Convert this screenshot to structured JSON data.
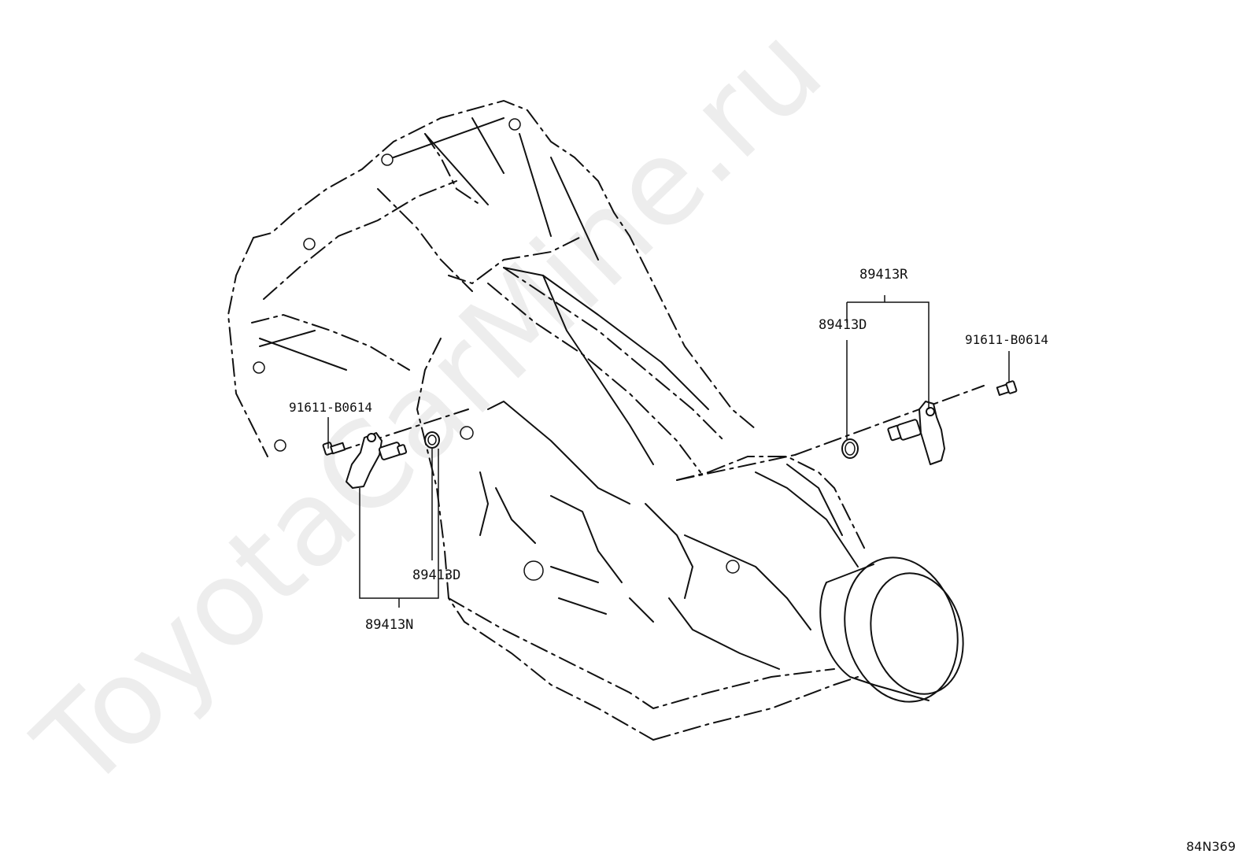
{
  "watermark": "ToyotaCarMine.ru",
  "diagram_code": "84N369",
  "callouts": {
    "left_bolt": "91611-B0614",
    "left_oring": "89413D",
    "left_sensor_assy": "89413N",
    "right_sensor_assy": "89413R",
    "right_oring": "89413D",
    "right_bolt": "91611-B0614"
  }
}
